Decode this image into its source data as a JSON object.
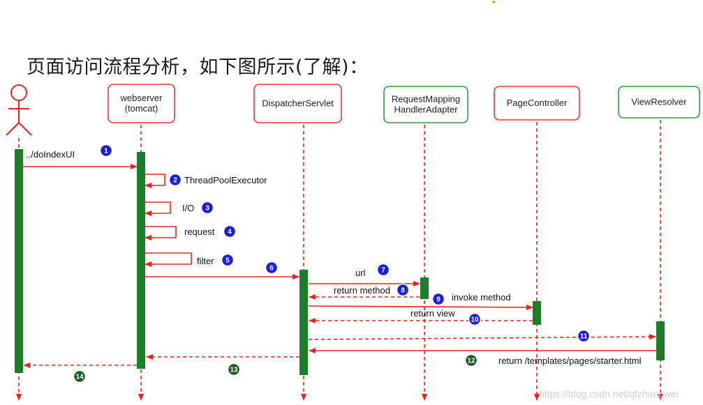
{
  "title": "页面访问流程分析，如下图所示(了解)：",
  "participants": [
    {
      "id": "user",
      "label": "",
      "kind": "actor"
    },
    {
      "id": "web",
      "lines": [
        "webserver",
        "(tomcat)"
      ],
      "border": "#e53935"
    },
    {
      "id": "disp",
      "lines": [
        "DispatcherServlet"
      ],
      "border": "#e53935"
    },
    {
      "id": "rmha",
      "lines": [
        "RequestMapping",
        "HandlerAdapter"
      ],
      "border": "#2e9e44"
    },
    {
      "id": "page",
      "lines": [
        "PageController"
      ],
      "border": "#e53935"
    },
    {
      "id": "view",
      "lines": [
        "ViewResolver"
      ],
      "border": "#2e9e44"
    }
  ],
  "messages": [
    {
      "num": "1",
      "label": "../doIndexUI",
      "style": "solid",
      "badge": "blue"
    },
    {
      "num": "2",
      "label": "ThreadPoolExecutor",
      "style": "self",
      "badge": "blue"
    },
    {
      "num": "3",
      "label": "I/O",
      "style": "self",
      "badge": "blue"
    },
    {
      "num": "4",
      "label": "request",
      "style": "self",
      "badge": "blue"
    },
    {
      "num": "5",
      "label": "filter",
      "style": "self",
      "badge": "blue"
    },
    {
      "num": "6",
      "label": "",
      "style": "solid",
      "badge": "blue"
    },
    {
      "num": "7",
      "label": "url",
      "style": "solid",
      "badge": "blue"
    },
    {
      "num": "8",
      "label": "return method",
      "style": "dashed",
      "badge": "blue"
    },
    {
      "num": "9",
      "label": "invoke method",
      "style": "solid",
      "badge": "blue"
    },
    {
      "num": "10",
      "label": "return view",
      "style": "dashed",
      "badge": "blue"
    },
    {
      "num": "11",
      "label": "",
      "style": "dashed",
      "badge": "blue"
    },
    {
      "num": "12",
      "label": "return /templates/pages/starter.html",
      "style": "solid",
      "badge": "green"
    },
    {
      "num": "13",
      "label": "",
      "style": "dashed",
      "badge": "green"
    },
    {
      "num": "14",
      "label": "",
      "style": "dashed",
      "badge": "green"
    }
  ],
  "watermark": "https://blog.csdn.net/qfzhangwei",
  "colors": {
    "arrow": "#e8231d",
    "activation": "#1e7d2a",
    "badge_blue": "#1a1fd6",
    "badge_green": "#1c5a22"
  }
}
